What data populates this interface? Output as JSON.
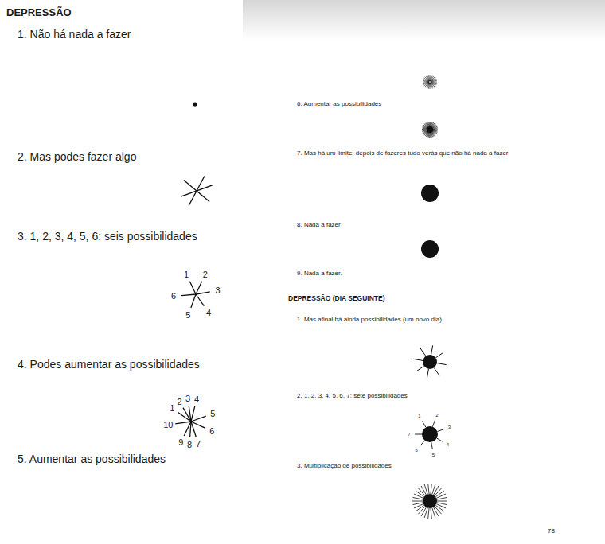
{
  "diagram": {
    "title": "DEPRESSÃO",
    "labels": [
      "1. Não há nada a fazer",
      "2. Mas podes fazer algo",
      "3. 1, 2, 3, 4, 5, 6: seis possibilidades",
      "1",
      "2",
      "3",
      "4",
      "5",
      "6",
      "4. Podes aumentar as possibilidades",
      "1",
      "2",
      "3",
      "4",
      "5",
      "6",
      "7",
      "8",
      "9",
      "10",
      "5. Aumentar as possibilidades",
      "6. Aumentar as possibilidades",
      "7. Mas há um limite: depois de fazeres tudo verás que não há nada a fazer",
      "8. Nada a fazer",
      "9. Nada a fazer.",
      "DEPRESSÃO (DIA SEGUINTE)",
      "1. Mas afinal há ainda possibilidades (um novo dia)",
      "2. 1, 2, 3, 4, 5, 6, 7: sete possibilidades",
      "1",
      "2",
      "3",
      "4",
      "5",
      "6",
      "7",
      "3. Multiplicação de possibilidades",
      "78"
    ]
  }
}
